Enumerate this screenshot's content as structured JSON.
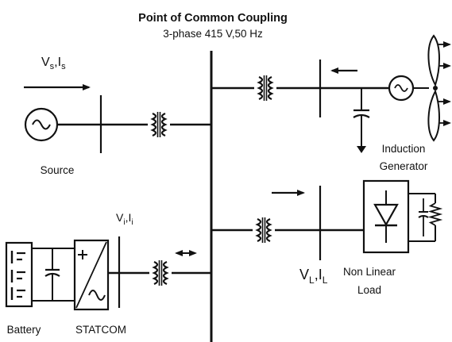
{
  "header": {
    "title": "Point of Common Coupling",
    "subtitle": "3-phase 415 V,50 Hz"
  },
  "source": {
    "label": "Source",
    "quantity_main": "V",
    "quantity_sub1": "s",
    "quantity_sep": ",I",
    "quantity_sub2": "s"
  },
  "generator": {
    "label_line1": "Induction",
    "label_line2": "Generator"
  },
  "load": {
    "label_line1": "Non Linear",
    "label_line2": "Load",
    "quantity_main": "V",
    "quantity_sub1": "L",
    "quantity_sep": ",I",
    "quantity_sub2": "L"
  },
  "statcom": {
    "label": "STATCOM",
    "quantity_main": "V",
    "quantity_sub1": "i",
    "quantity_sep": ",I",
    "quantity_sub2": "i"
  },
  "battery": {
    "label": "Battery"
  },
  "colors": {
    "line": "#111111",
    "background": "#ffffff"
  }
}
